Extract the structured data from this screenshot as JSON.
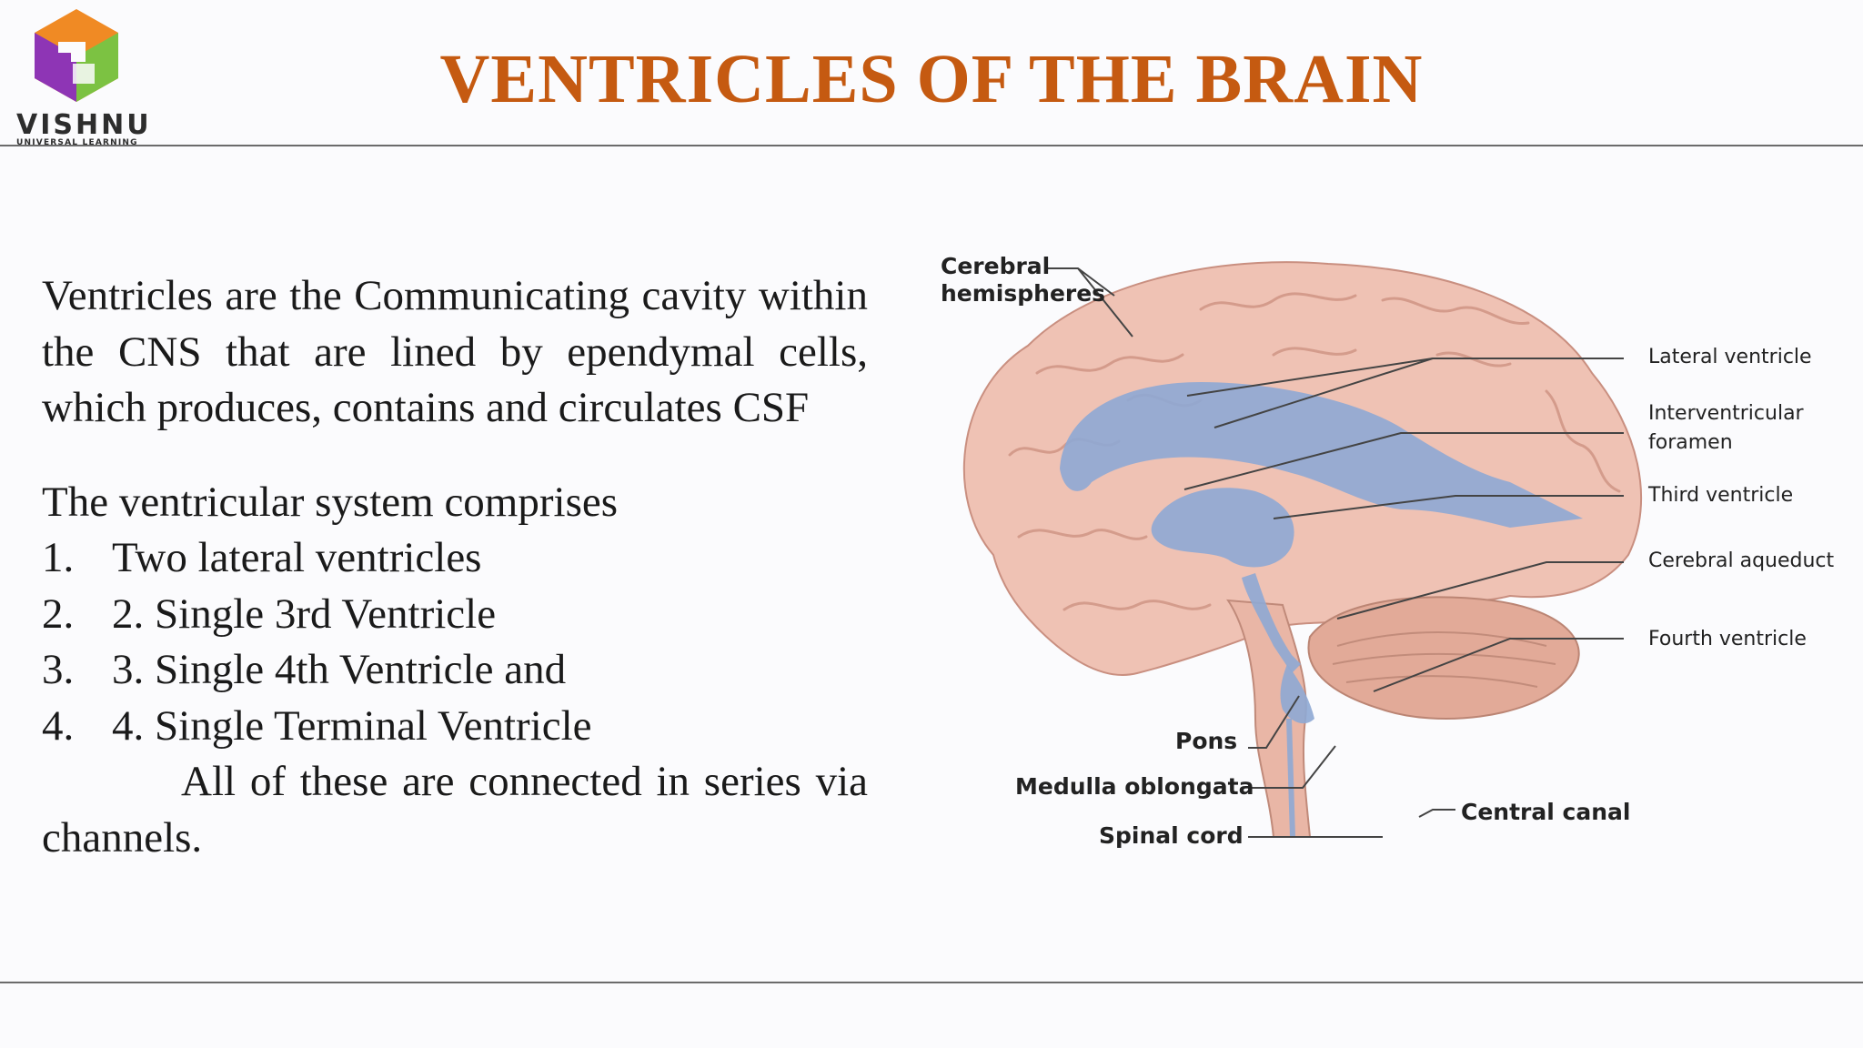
{
  "logo": {
    "name": "VISHNU",
    "tagline": "UNIVERSAL LEARNING",
    "colors": {
      "purple": "#8e35b5",
      "orange": "#f08a24",
      "green": "#7cc242"
    }
  },
  "title": "VENTRICLES OF THE BRAIN",
  "intro": "Ventricles are the Communicating cavity within the CNS that are lined by ependymal cells, which produces, contains and circulates CSF",
  "comprises_heading": "The ventricular system comprises",
  "list": [
    {
      "num": "1.",
      "text": "Two lateral ventricles"
    },
    {
      "num": "2.",
      "text": "2. Single 3rd Ventricle"
    },
    {
      "num": "3.",
      "text": "3. Single 4th Ventricle and"
    },
    {
      "num": "4.",
      "text": "4. Single Terminal Ventricle"
    }
  ],
  "closing": "All of these are connected in series via channels.",
  "diagram": {
    "labels": {
      "cerebral_hemispheres_1": "Cerebral",
      "cerebral_hemispheres_2": "hemispheres",
      "lateral_ventricle": "Lateral ventricle",
      "interventricular_1": "Interventricular",
      "interventricular_2": "foramen",
      "third_ventricle": "Third ventricle",
      "cerebral_aqueduct": "Cerebral aqueduct",
      "fourth_ventricle": "Fourth ventricle",
      "pons": "Pons",
      "medulla": "Medulla oblongata",
      "spinal_cord": "Spinal cord",
      "central_canal": "Central canal"
    },
    "colors": {
      "brain": "#efc2b4",
      "ventricle": "#8ea9d4",
      "cerebellum": "#e2aa98"
    }
  }
}
